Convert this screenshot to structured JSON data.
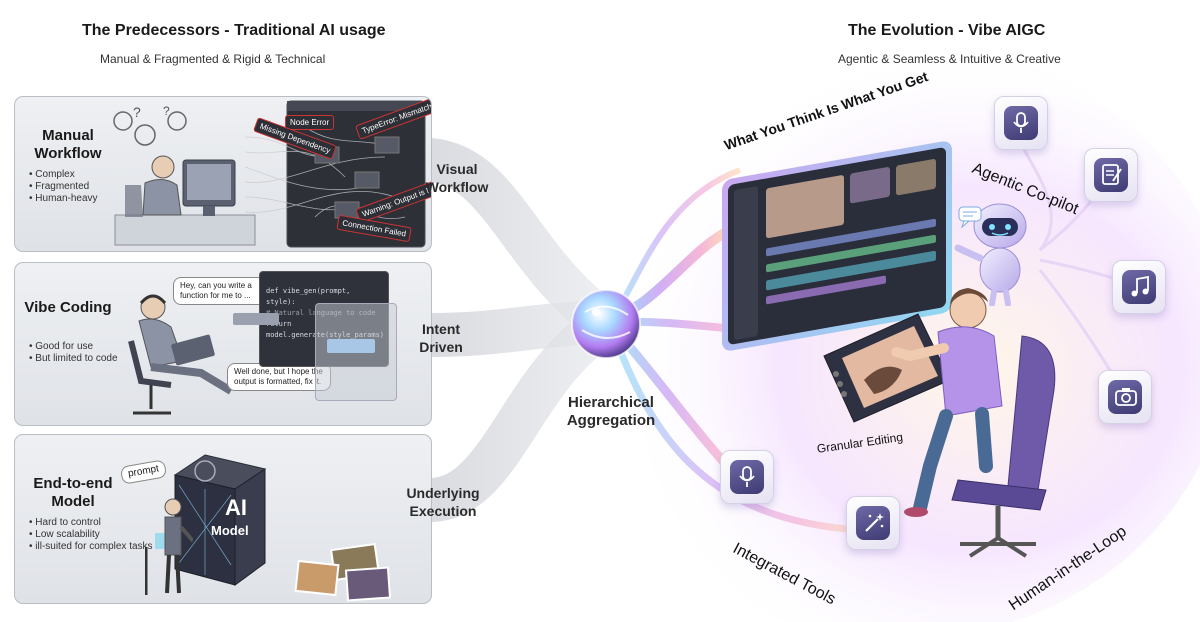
{
  "left": {
    "title": "The Predecessors - Traditional AI usage",
    "subtitle": "Manual & Fragmented & Rigid & Technical",
    "panels": [
      {
        "title": "Manual Workflow",
        "bullets": [
          "Complex",
          "Fragmented",
          "Human-heavy"
        ],
        "errors": [
          "Node Error",
          "TypeError: Mismatch",
          "Missing Dependency",
          "Warning: Output is Null",
          "Connection Failed"
        ]
      },
      {
        "title": "Vibe Coding",
        "bullets": [
          "Good for use",
          "But limited to code"
        ],
        "bubble_user": "Hey, can you write a function for me to ...",
        "bubble_reply": "Well done, but I hope the output is formatted, fix it.",
        "code": [
          "def vibe_gen(prompt, style):",
          "  # Natural language to code",
          "  return model.generate(style_params)"
        ]
      },
      {
        "title": "End-to-end Model",
        "bullets": [
          "Hard to control",
          "Low scalability",
          "ill-suited for complex tasks"
        ],
        "prompt_tag": "prompt",
        "cube_label_1": "AI",
        "cube_label_2": "Model"
      }
    ]
  },
  "flows": {
    "visual": "Visual Workflow",
    "intent": "Intent Driven",
    "underlying": "Underlying Execution",
    "center": "Hierarchical Aggregation"
  },
  "right": {
    "title": "The Evolution - Vibe AIGC",
    "subtitle": "Agentic & Seamless & Intuitive & Creative",
    "wysiwyg": "What You Think Is What You Get",
    "copilot": "Agentic Co-pilot",
    "granular": "Granular Editing",
    "tools": "Integrated Tools",
    "loop": "Human-in-the-Loop",
    "icons": [
      "microphone-icon",
      "document-icon",
      "music-icon",
      "camera-icon",
      "magic-wand-icon"
    ]
  },
  "colors": {
    "accent_purple": "#8b6fd6",
    "accent_pink": "#f08fc0",
    "accent_cyan": "#6fd3f0",
    "panel_gray": "#e3e6ea"
  }
}
